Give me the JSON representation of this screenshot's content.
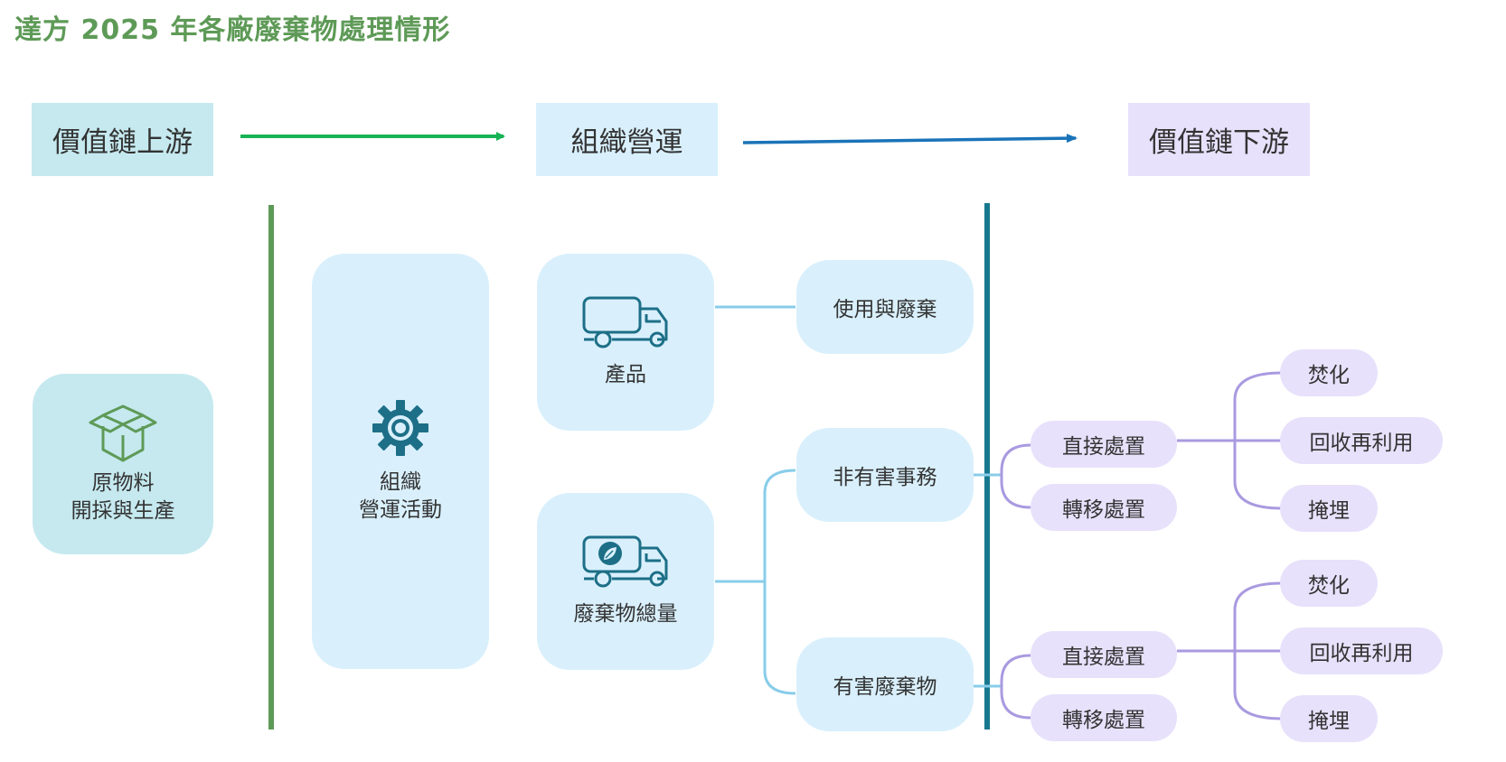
{
  "title": "達方 2025 年各廠廢棄物處理情形",
  "colors": {
    "title": "#5e9a57",
    "upstream_box": "#c5e9ef",
    "operations_box": "#d9f0fc",
    "downstream_box": "#e7e1fb",
    "green_arrow": "#16b455",
    "blue_arrow": "#1a73b8",
    "green_divider": "#5e9a57",
    "teal_divider": "#17788e",
    "light_connector": "#88cdea",
    "purple_connector": "#a99ae0",
    "icon": "#1d6f87"
  },
  "headers": {
    "upstream": "價值鏈上游",
    "operations": "組織營運",
    "downstream": "價值鏈下游"
  },
  "nodes": {
    "raw_material": {
      "line1": "原物料",
      "line2": "開採與生產",
      "icon": "box-icon"
    },
    "org_activities": {
      "line1": "組織",
      "line2": "營運活動",
      "icon": "gear-icon"
    },
    "product": {
      "label": "產品",
      "icon": "truck-icon"
    },
    "waste_total": {
      "label": "廢棄物總量",
      "icon": "eco-truck-icon"
    },
    "use_disposal": "使用與廢棄",
    "non_hazardous": "非有害事務",
    "hazardous": "有害廢棄物"
  },
  "treatment_top": {
    "direct": "直接處置",
    "transfer": "轉移處置",
    "incineration": "焚化",
    "recycle": "回收再利用",
    "landfill": "掩埋"
  },
  "treatment_bottom": {
    "direct": "直接處置",
    "transfer": "轉移處置",
    "incineration": "焚化",
    "recycle": "回收再利用",
    "landfill": "掩埋"
  }
}
